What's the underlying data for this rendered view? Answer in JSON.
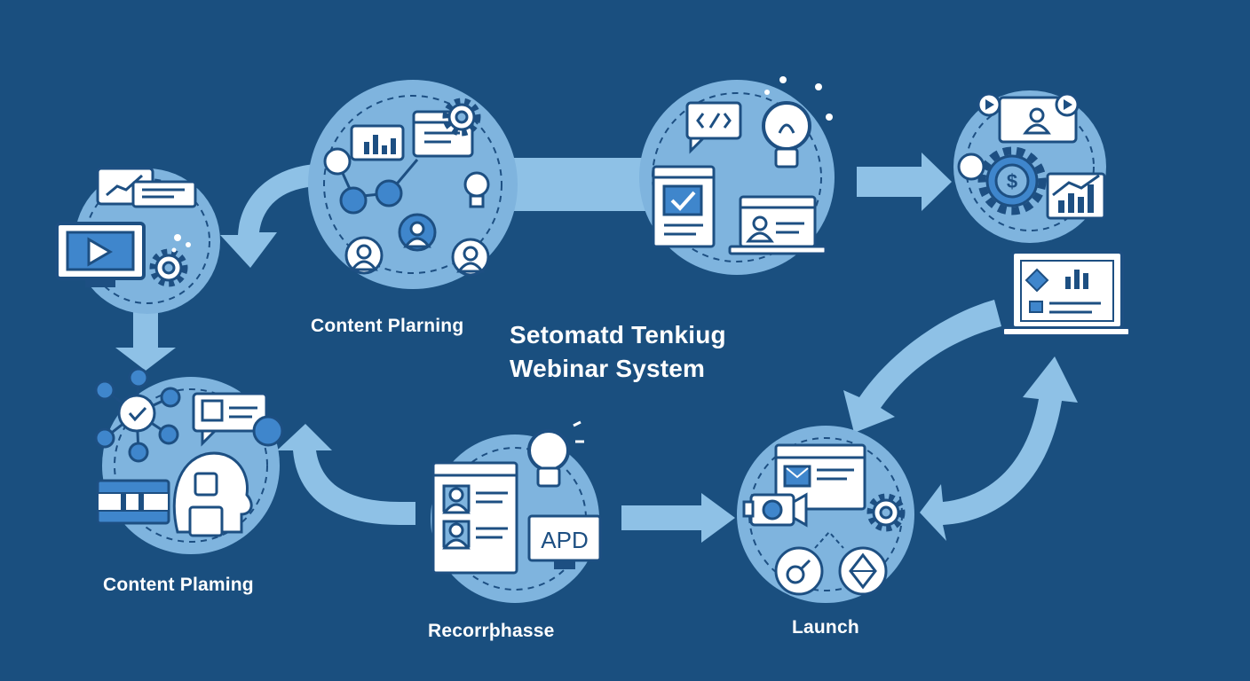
{
  "title": {
    "line1": "Setomatd Tenkiug",
    "line2": "Webinar System"
  },
  "labels": {
    "content_planning_top": "Content Plarning",
    "content_planning_bottom": "Content Plaming",
    "record_phase": "Recorrþhasse",
    "launch": "Launch"
  },
  "screen_text": {
    "apd": "APD"
  },
  "colors": {
    "background": "#1a4f7f",
    "circle": "#7fb4de",
    "arrow": "#8ec1e6",
    "icon_fill": "#ffffff",
    "icon_stroke": "#1d4f82",
    "accent": "#3f86cc"
  }
}
